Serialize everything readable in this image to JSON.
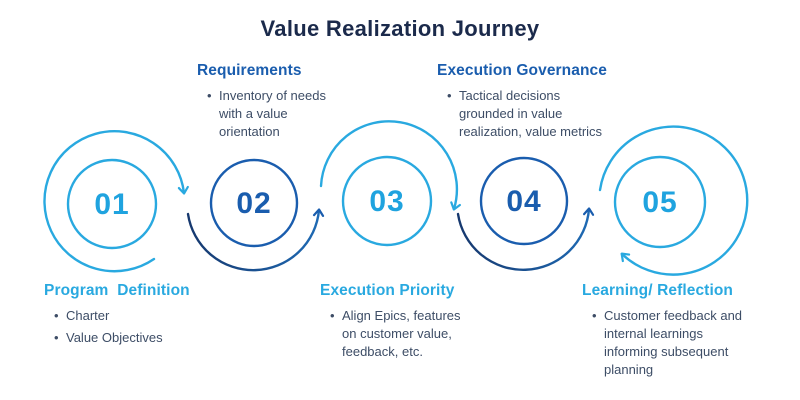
{
  "title": "Value Realization Journey",
  "colors": {
    "light_blue": "#29a9e0",
    "medium_blue": "#1a5dae",
    "dark_navy_arc": "#16386e",
    "title_navy": "#1b2a4b",
    "body_text": "#3d4d66"
  },
  "steps": [
    {
      "number": "01",
      "title": "Program  Definition",
      "bullets": [
        "Charter",
        "Value Objectives"
      ]
    },
    {
      "number": "02",
      "title": "Requirements",
      "bullets": [
        "Inventory of needs with a value orientation"
      ]
    },
    {
      "number": "03",
      "title": "Execution Priority",
      "bullets": [
        "Align Epics, features on customer value, feedback, etc."
      ]
    },
    {
      "number": "04",
      "title": "Execution Governance",
      "bullets": [
        "Tactical decisions grounded in value realization, value metrics"
      ]
    },
    {
      "number": "05",
      "title": "Learning/ Reflection",
      "bullets": [
        "Customer feedback and internal learnings informing subsequent planning"
      ]
    }
  ]
}
